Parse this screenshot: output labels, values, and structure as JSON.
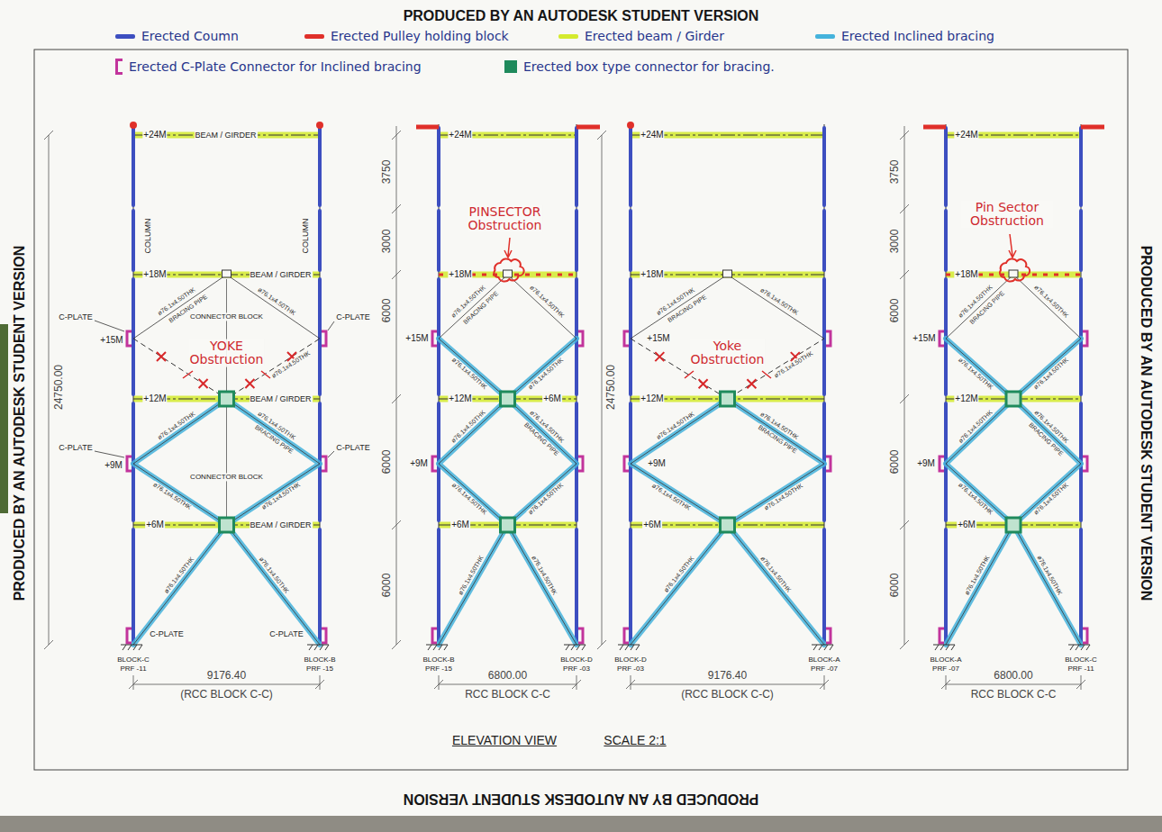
{
  "diagram": {
    "labels": [
      "PRODUCED BY AN AUTODESK STUDENT VERSION",
      "PRODUCED BY AN AUTODESK STUDENT VERSION",
      "PRODUCED BY AN AUTODESK STUDENT VERSION",
      "PRODUCED BY AN AUTODESK STUDENT VERSION",
      "+24M",
      "BEAM / GIRDER",
      "COLUMN",
      "COLUMN",
      "+18M",
      "BEAM / GIRDER",
      "ø76.1x4.50THK",
      "BRACING PIPE",
      "ø76.1x4.50THK",
      "C-PLATE",
      "+15M",
      "CONNECTOR BLOCK",
      "C-PLATE",
      "YOKE Obstruction",
      "ø76.1x4.50THK",
      "+12M",
      "BEAM / GIRDER",
      "ø76.1x4.50THK",
      "ø76.1x4.50THK",
      "BRACING PIPE",
      "C-PLATE",
      "+9M",
      "CONNECTOR BLOCK",
      "C-PLATE",
      "ø76.1x4.50THK",
      "ø76.1x4.50THK",
      "+6M",
      "BEAM / GIRDER",
      "ø76.1x4.50THK",
      "ø76.1x4.50THK",
      "C-PLATE",
      "C-PLATE",
      "BLOCK-C",
      "PRF -11",
      "BLOCK-B",
      "PRF -15",
      "9176.40",
      "(RCC BLOCK C-C)",
      "24750.00",
      "+24M",
      "3750",
      "3000",
      "PINSECTOR Obstruction",
      "+18M",
      "6000",
      "ø76.1x4.50THK",
      "BRACING PIPE",
      "ø76.1x4.50THK",
      "+15M",
      "ø76.1x4.50THK",
      "ø76.1x4.50THK",
      "+12M",
      "+6M",
      "6000",
      "ø76.1x4.50THK",
      "ø76.1x4.50THK",
      "BRACING PIPE",
      "+9M",
      "ø76.1x4.50THK",
      "ø76.1x4.50THK",
      "+6M",
      "6000",
      "ø76.1x4.50THK",
      "ø76.1x4.50THK",
      "BLOCK-B",
      "PRF -15",
      "BLOCK-D",
      "PRF -03",
      "6800.00",
      "RCC BLOCK C-C",
      "+24M",
      "24750.00",
      "+18M",
      "ø76.1x4.50THK",
      "BRACING PIPE",
      "ø76.1x4.50THK",
      "+15M",
      "Yoke Obstruction",
      "ø76.1x4.50THK",
      "+12M",
      "ø76.1x4.50THK",
      "ø76.1x4.50THK",
      "BRACING PIPE",
      "+9M",
      "ø76.1x4.50THK",
      "ø76.1x4.50THK",
      "+6M",
      "ø76.1x4.50THK",
      "ø76.1x4.50THK",
      "BLOCK-D",
      "PRF -03",
      "BLOCK-A",
      "PRF -07",
      "9176.40",
      "(RCC BLOCK C-C)",
      "+24M",
      "3750",
      "3000",
      "Pin Sector Obstruction",
      "+18M",
      "6000",
      "ø76.1x4.50THK",
      "BRACING PIPE",
      "ø76.1x4.50THK",
      "+15M",
      "ø76.1x4.50THK",
      "ø76.1x4.50THK",
      "+12M",
      "6000",
      "ø76.1x4.50THK",
      "ø76.1x4.50THK",
      "BRACING PIPE",
      "+9M",
      "ø76.1x4.50THK",
      "ø76.1x4.50THK",
      "+6M",
      "6000",
      "ø76.1x4.50THK",
      "ø76.1x4.50THK",
      "BLOCK-A",
      "PRF -07",
      "BLOCK-C",
      "PRF -11",
      "6800.00",
      "RCC BLOCK C-C",
      "ELEVATION VIEW",
      "SCALE 2:1"
    ],
    "legend": [
      {
        "text": "Erected Coumn",
        "color": "#3d4fc0"
      },
      {
        "text": "Erected Pulley holding block",
        "color": "#e0302a"
      },
      {
        "text": "Erected beam / Girder",
        "color": "#d4ea2e"
      },
      {
        "text": "Erected Inclined bracing",
        "color": "#45b3dc"
      },
      {
        "text": "Erected C-Plate Connector for Inclined bracing",
        "color": "#c2349c"
      },
      {
        "text": "Erected box type connector for bracing.",
        "color": "#1f8a5c"
      }
    ]
  }
}
